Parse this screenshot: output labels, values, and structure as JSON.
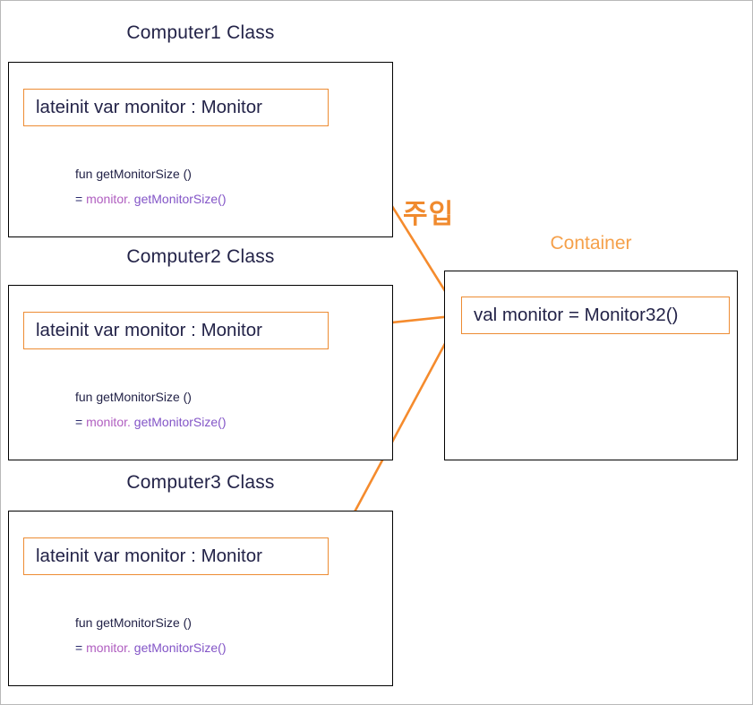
{
  "diagram": {
    "title_inject_label": "주입",
    "container_label": "Container",
    "accent_color": "#ed8c33",
    "title_color": "#232348",
    "container_label_color": "#f5a04a",
    "classes": [
      {
        "title": "Computer1 Class",
        "field": "lateinit var monitor : Monitor",
        "method_signature": "fun getMonitorSize ()",
        "method_eq": "=",
        "method_ref": "monitor",
        "method_dot": ".",
        "method_call": "getMonitorSize()"
      },
      {
        "title": "Computer2 Class",
        "field": "lateinit var monitor : Monitor",
        "method_signature": "fun getMonitorSize ()",
        "method_eq": "=",
        "method_ref": "monitor",
        "method_dot": ".",
        "method_call": "getMonitorSize()"
      },
      {
        "title": "Computer3 Class",
        "field": "lateinit var monitor : Monitor",
        "method_signature": "fun getMonitorSize ()",
        "method_eq": "=",
        "method_ref": "monitor",
        "method_dot": ".",
        "method_call": "getMonitorSize()"
      }
    ],
    "container": {
      "declaration": "val monitor = Monitor32()"
    }
  }
}
